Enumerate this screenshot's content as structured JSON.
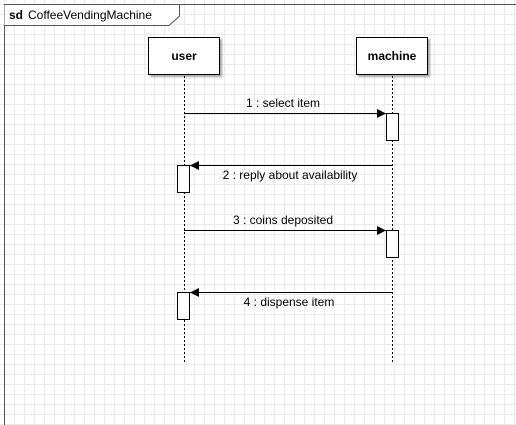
{
  "frame": {
    "keyword": "sd",
    "name": "CoffeeVendingMachine"
  },
  "lifelines": [
    {
      "id": "user",
      "label": "user"
    },
    {
      "id": "machine",
      "label": "machine"
    }
  ],
  "messages": [
    {
      "label": "1 : select item",
      "from": "user",
      "to": "machine"
    },
    {
      "label": "2 : reply about availability",
      "from": "machine",
      "to": "user"
    },
    {
      "label": "3 : coins deposited",
      "from": "user",
      "to": "machine"
    },
    {
      "label": "4 : dispense item",
      "from": "machine",
      "to": "user"
    }
  ],
  "colors": {
    "line": "#000000",
    "grid": "#ebebeb"
  }
}
